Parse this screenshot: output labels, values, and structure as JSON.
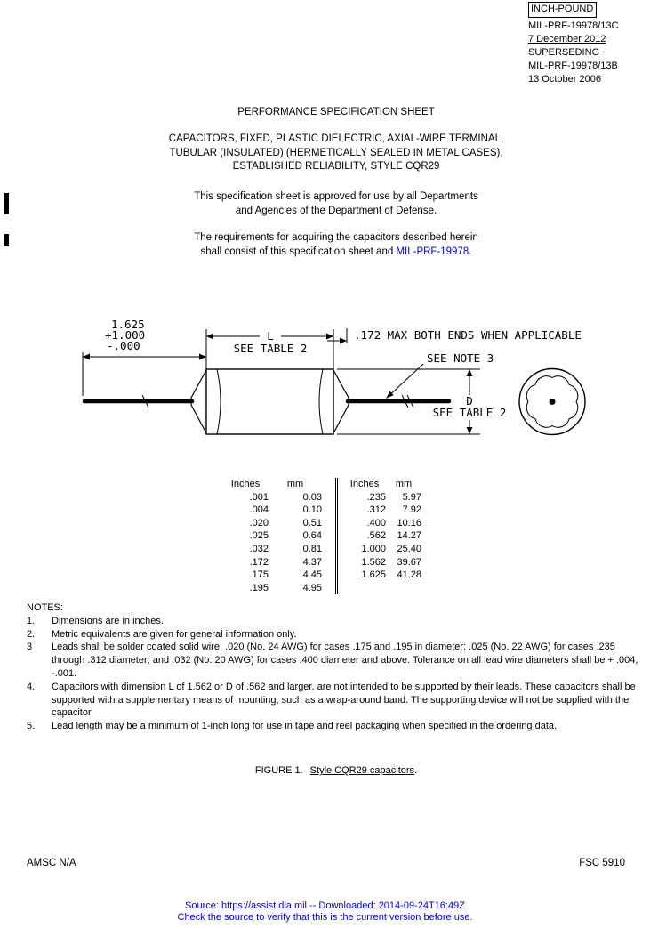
{
  "colors": {
    "link_blue": "#0000EE",
    "ink": "#000000",
    "paper": "#ffffff"
  },
  "header": {
    "inch_pound": "INCH-POUND",
    "doc_number": "MIL-PRF-19978/13C",
    "date": "7 December 2012",
    "superseding": "SUPERSEDING",
    "superseded_doc": "MIL-PRF-19978/13B",
    "superseded_date": "13 October 2006"
  },
  "title": {
    "main": "PERFORMANCE SPECIFICATION SHEET",
    "subject_line1": "CAPACITORS, FIXED, PLASTIC DIELECTRIC, AXIAL-WIRE TERMINAL,",
    "subject_line2": "TUBULAR (INSULATED) (HERMETICALLY SEALED IN METAL CASES),",
    "subject_line3": "ESTABLISHED RELIABILITY, STYLE CQR29"
  },
  "paragraphs": {
    "approval_line1": "This specification sheet is approved for use by all Departments",
    "approval_line2": "and Agencies of the Department of Defense.",
    "requirements_line1": "The requirements for acquiring the capacitors described herein",
    "requirements_line2_pre": "shall consist of this specification sheet and ",
    "requirements_link": "MIL-PRF-19978",
    "requirements_line2_post": "."
  },
  "figure": {
    "lead_dim_line1": "1.625",
    "lead_dim_line2": "+1.000",
    "lead_dim_line3": "-.000",
    "length_label": "L",
    "length_note": "SEE TABLE 2",
    "ends_note": ".172 MAX BOTH ENDS WHEN APPLICABLE",
    "lead_note": "SEE NOTE 3",
    "diameter_label": "D",
    "diameter_note": "SEE TABLE 2"
  },
  "conversion_table": {
    "headers": [
      "Inches",
      "mm",
      "Inches",
      "mm"
    ],
    "rows": [
      [
        ".001",
        "0.03",
        ".235",
        "5.97"
      ],
      [
        ".004",
        "0.10",
        ".312",
        "7.92"
      ],
      [
        ".020",
        "0.51",
        ".400",
        "10.16"
      ],
      [
        ".025",
        "0.64",
        ".562",
        "14.27"
      ],
      [
        ".032",
        "0.81",
        "1.000",
        "25.40"
      ],
      [
        ".172",
        "4.37",
        "1.562",
        "39.67"
      ],
      [
        ".175",
        "4.45",
        "1.625",
        "41.28"
      ],
      [
        ".195",
        "4.95",
        "",
        ""
      ]
    ]
  },
  "notes": {
    "heading": "NOTES:",
    "items": [
      {
        "num": "1.",
        "text": "Dimensions are in inches."
      },
      {
        "num": "2.",
        "text": "Metric equivalents are given for general information only."
      },
      {
        "num": "3",
        "text": "Leads shall be solder coated solid wire, .020 (No. 24 AWG) for cases .175 and .195 in diameter; .025 (No. 22 AWG) for cases .235 through .312 diameter; and .032 (No. 20 AWG) for cases .400 diameter and above. Tolerance on all lead wire diameters shall be + .004, -.001."
      },
      {
        "num": "4.",
        "text": "Capacitors with dimension L of 1.562 or D of .562 and larger, are not intended to be supported by their leads. These capacitors shall be supported with a supplementary means of mounting, such as a wrap-around band. The supporting device will not be supplied with the capacitor."
      },
      {
        "num": "5.",
        "text": "Lead length may be a minimum of 1-inch long for use in tape and reel packaging when specified in the ordering data."
      }
    ]
  },
  "caption": {
    "figure_label": "FIGURE 1.",
    "figure_title": "Style CQR29 capacitors",
    "period": "."
  },
  "footer": {
    "amsc": "AMSC N/A",
    "fsc": "FSC 5910",
    "source_line": "Source: https://assist.dla.mil -- Downloaded: 2014-09-24T16:49Z",
    "check_line": "Check the source to verify that this is the current version before use."
  }
}
